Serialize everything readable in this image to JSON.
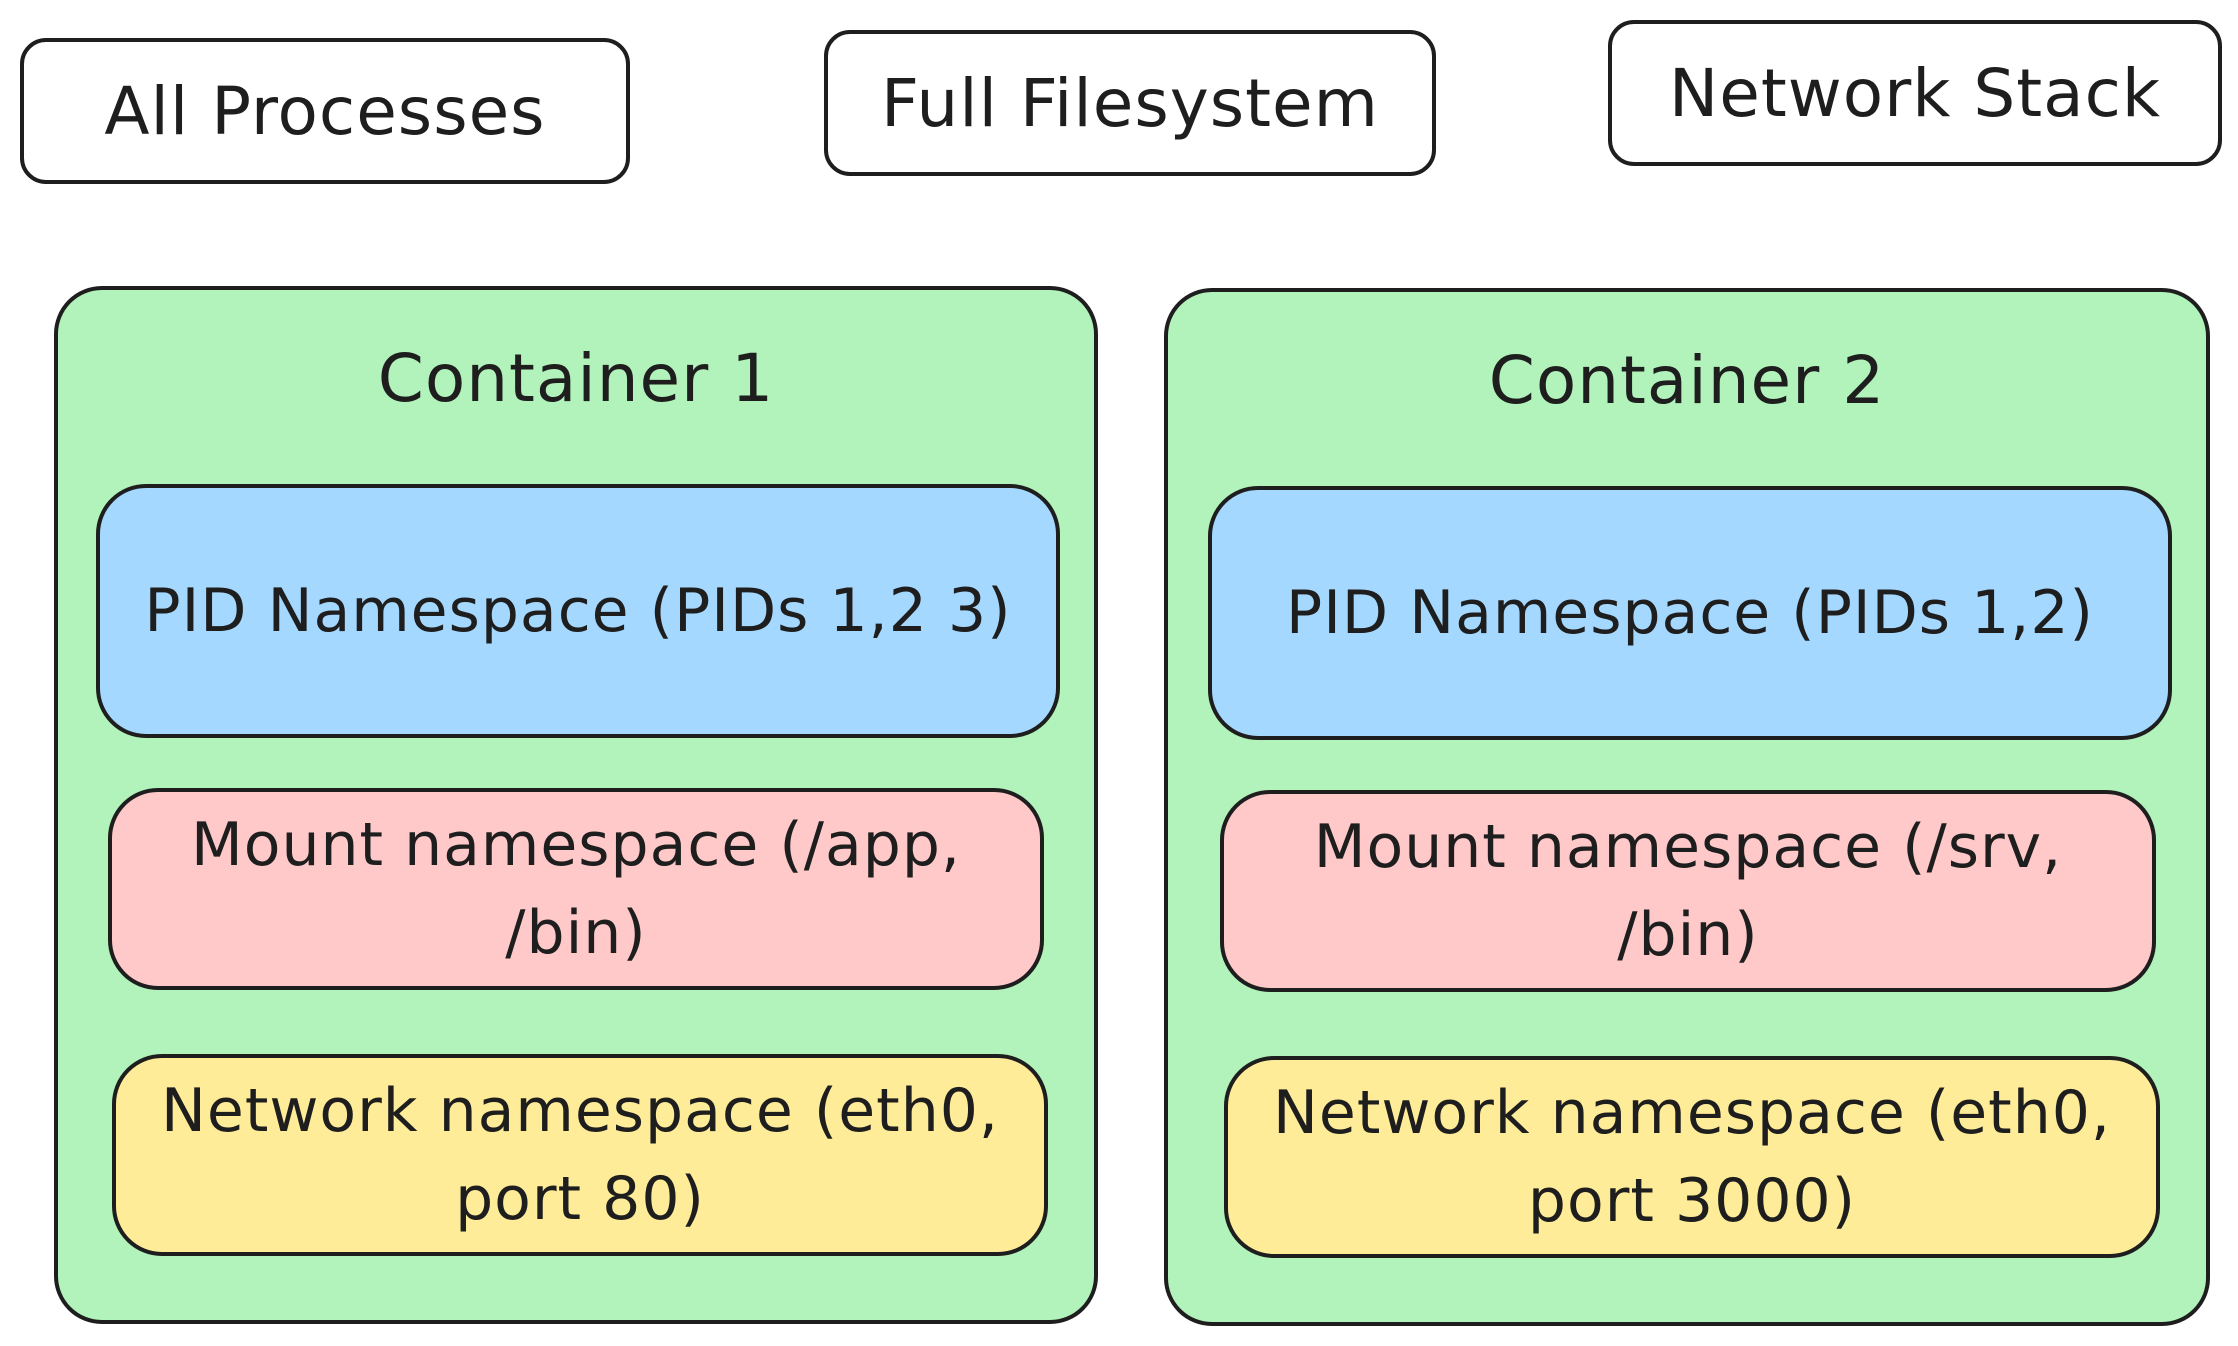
{
  "top_labels": {
    "processes": "All Processes",
    "filesystem": "Full Filesystem",
    "network": "Network Stack"
  },
  "containers": [
    {
      "title": "Container 1",
      "pid": "PID Namespace (PIDs 1,2 3)",
      "mount": "Mount namespace (/app, /bin)",
      "network": "Network namespace (eth0, port 80)"
    },
    {
      "title": "Container 2",
      "pid": "PID Namespace (PIDs 1,2)",
      "mount": "Mount namespace (/srv, /bin)",
      "network": "Network namespace (eth0, port 3000)"
    }
  ],
  "colors": {
    "container_fill": "#b2f2bb",
    "pid_fill": "#a5d8ff",
    "mount_fill": "#ffc9c9",
    "network_fill": "#ffec99",
    "stroke": "#1e1e1e"
  }
}
